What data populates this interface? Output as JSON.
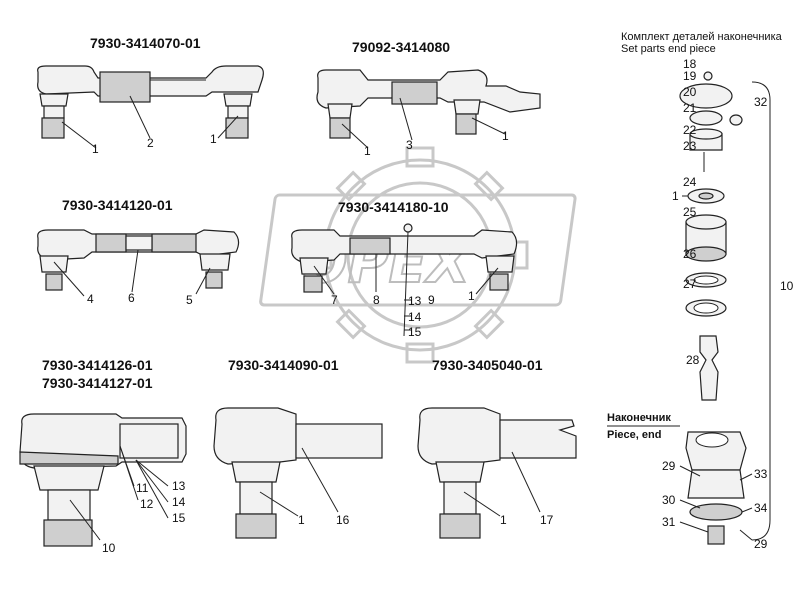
{
  "part_numbers": {
    "p1": "7930-3414070-01",
    "p2": "79092-3414080",
    "p3": "7930-3414120-01",
    "p4": "7930-3414180-10",
    "p5": "7930-3414126-01",
    "p6": "7930-3414127-01",
    "p7": "7930-3414090-01",
    "p8": "7930-3405040-01"
  },
  "kit": {
    "title_ru": "Комплект деталей наконечника",
    "title_en": "Set parts end piece"
  },
  "end_piece": {
    "label_ru": "Наконечник",
    "label_en": "Piece, end"
  },
  "watermark": "OPEX",
  "refs": {
    "a1": "1",
    "a2": "2",
    "a3": "1",
    "b1": "1",
    "b3": "3",
    "b2": "1",
    "c4": "4",
    "c6": "6",
    "c5": "5",
    "d7": "7",
    "d8": "8",
    "d9": "9",
    "d1": "1",
    "d13": "13",
    "d14": "14",
    "d15": "15",
    "e11": "11",
    "e12": "12",
    "e13": "13",
    "e14": "14",
    "e15": "15",
    "e10": "10",
    "f1": "1",
    "f16": "16",
    "g1": "1",
    "g17": "17",
    "k18": "18",
    "k19": "19",
    "k20": "20",
    "k21": "21",
    "k22": "22",
    "k23": "23",
    "k1": "1",
    "k24": "24",
    "k25": "25",
    "k26": "26",
    "k27": "27",
    "k28": "28",
    "k32": "32",
    "k10": "10",
    "k29a": "29",
    "k30": "30",
    "k31": "31",
    "k33": "33",
    "k34": "34",
    "k29b": "29"
  }
}
